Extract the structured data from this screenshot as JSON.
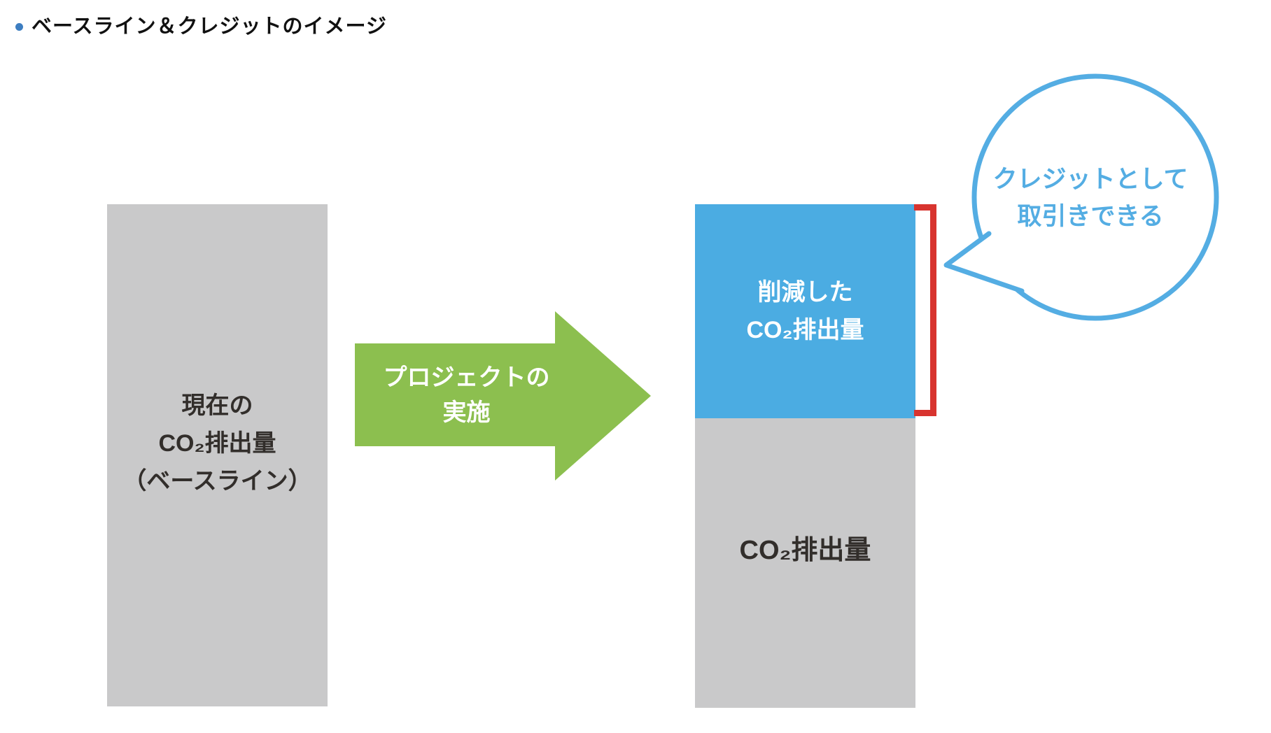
{
  "title": {
    "text": "ベースライン＆クレジットのイメージ",
    "bullet_color": "#3d7ec1"
  },
  "baseline_bar": {
    "line1": "現在の",
    "line2": "CO₂排出量",
    "line3": "（ベースライン）",
    "fill": "#c9c9ca",
    "text_color": "#322e2b"
  },
  "process_arrow": {
    "line1": "プロジェクトの",
    "line2": "実施",
    "fill": "#8cbf4f",
    "text_color": "#ffffff"
  },
  "result_bar": {
    "reduced_segment": {
      "line1": "削減した",
      "line2": "CO₂排出量",
      "fill": "#4bace2",
      "text_color": "#ffffff"
    },
    "remaining_segment": {
      "label": "CO₂排出量",
      "fill": "#c9c9ca",
      "text_color": "#322e2b"
    }
  },
  "credit_bracket": {
    "color": "#d8342f"
  },
  "speech_bubble": {
    "line1": "クレジットとして",
    "line2": "取引きできる",
    "stroke": "#54ade3",
    "text_color": "#54ade3"
  }
}
